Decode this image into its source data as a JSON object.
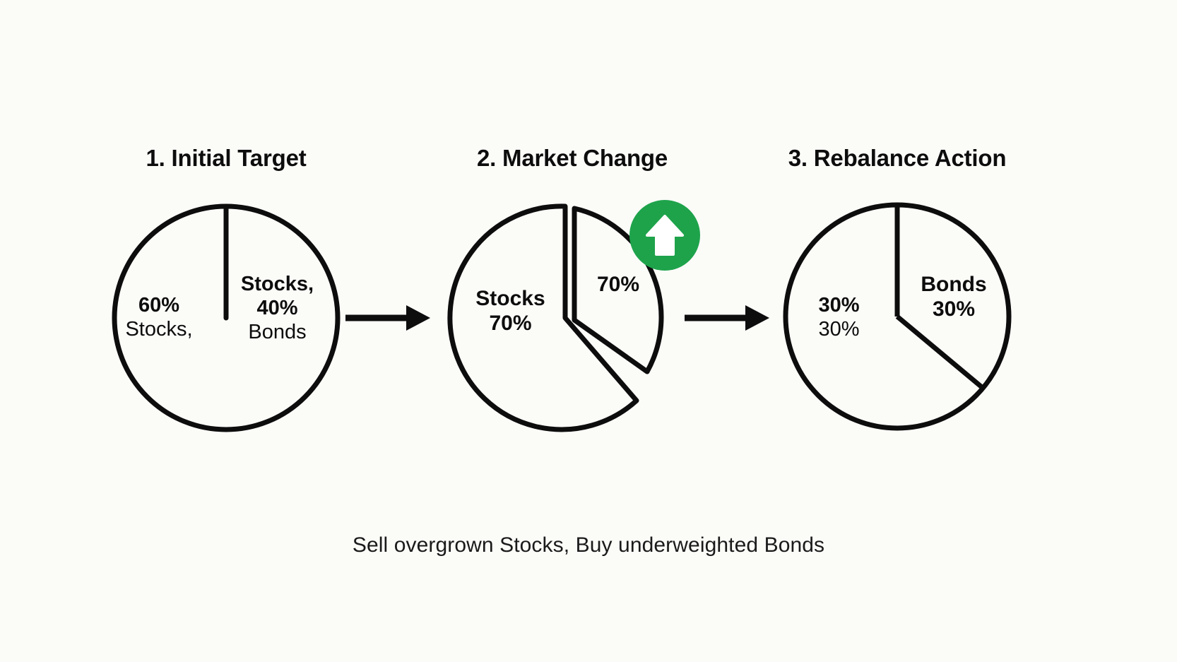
{
  "figure": {
    "background_color": "#fbfbf8",
    "stroke_color": "#0d0d0d",
    "accent_color": "#1ea34b",
    "caption": "Sell overgrown Stocks, Buy underweighted Bonds"
  },
  "panels": [
    {
      "title": "1. Initial Target",
      "labels": {
        "left_bold": "60%",
        "left_regular": "Stocks,",
        "right_bold_1": "Stocks,",
        "right_bold_2": "40%",
        "right_regular": "Bonds"
      }
    },
    {
      "title": "2. Market Change",
      "labels": {
        "left_bold_1": "Stocks",
        "left_bold_2": "70%",
        "right_bold": "70%"
      },
      "badge": {
        "icon": "arrow-up-icon",
        "color": "#1ea34b"
      }
    },
    {
      "title": "3. Rebalance Action",
      "labels": {
        "left_bold": "30%",
        "left_regular": "30%",
        "right_bold_1": "Bonds",
        "right_bold_2": "30%"
      }
    }
  ],
  "connectors": [
    {
      "name": "arrow-step-1-to-2"
    },
    {
      "name": "arrow-step-2-to-3"
    }
  ],
  "chart_data": [
    {
      "type": "pie",
      "title": "1. Initial Target",
      "categories": [
        "Stocks",
        "Bonds"
      ],
      "values": [
        60,
        40
      ],
      "labels": [
        "60% Stocks,",
        "Stocks, 40% Bonds"
      ],
      "exploded": false,
      "start_angle_deg": 0,
      "legend": "none"
    },
    {
      "type": "pie",
      "title": "2. Market Change",
      "categories": [
        "Stocks",
        "Bonds"
      ],
      "values": [
        70,
        30
      ],
      "labels": [
        "Stocks 70%",
        "70%"
      ],
      "exploded": true,
      "start_angle_deg": 0,
      "legend": "none"
    },
    {
      "type": "pie",
      "title": "3. Rebalance Action",
      "categories": [
        "Stocks",
        "Bonds"
      ],
      "values": [
        70,
        30
      ],
      "labels": [
        "30% 30%",
        "Bonds 30%"
      ],
      "exploded": false,
      "start_angle_deg": 0,
      "legend": "none"
    }
  ]
}
